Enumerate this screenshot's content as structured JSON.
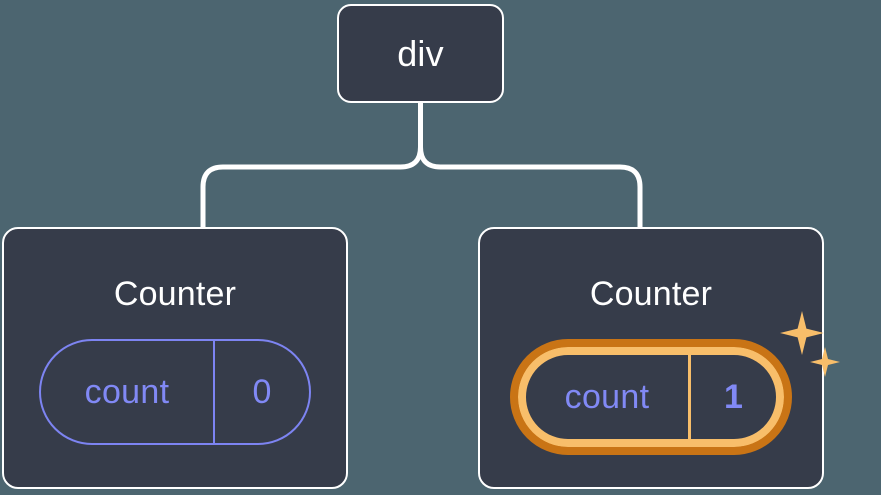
{
  "diagram": {
    "type": "component-tree",
    "background_color": "#4c6570",
    "node_fill_color": "#363c4a",
    "node_border_color": "#ffffff",
    "connector_color": "#ffffff",
    "accent_purple": "#8189f5",
    "accent_orange_dark": "#c97415",
    "accent_orange_light": "#f8be6a"
  },
  "root": {
    "label": "div"
  },
  "children": [
    {
      "title": "Counter",
      "state": {
        "key": "count",
        "value": "0"
      },
      "highlighted": false,
      "sparkles": false
    },
    {
      "title": "Counter",
      "state": {
        "key": "count",
        "value": "1"
      },
      "highlighted": true,
      "sparkles": true
    }
  ],
  "icons": {
    "sparkle_large": "sparkle-icon",
    "sparkle_small": "sparkle-icon"
  }
}
